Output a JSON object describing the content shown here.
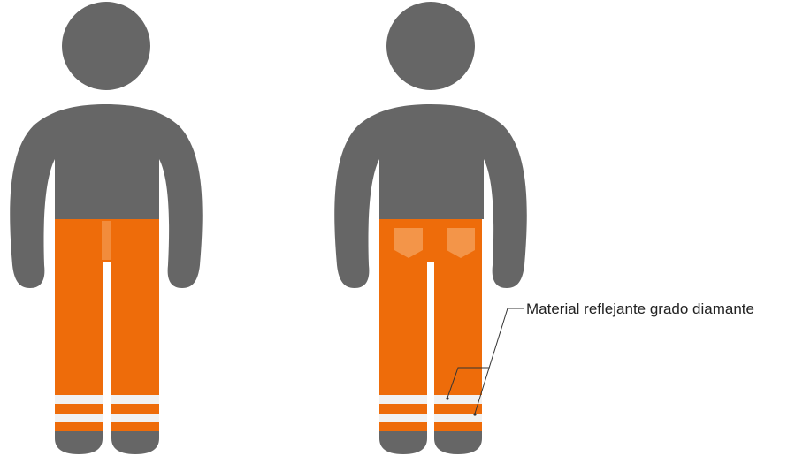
{
  "figures": [
    {
      "view": "front",
      "has_back_pockets": false
    },
    {
      "view": "back",
      "has_back_pockets": true
    }
  ],
  "callout": {
    "label": "Material reflejante grado diamante"
  },
  "colors": {
    "body": "#666666",
    "pants": "#ee6c0a",
    "stripe": "#f1f1f1",
    "pocket": "#f39549",
    "leader": "#333333",
    "background": "#ffffff"
  }
}
